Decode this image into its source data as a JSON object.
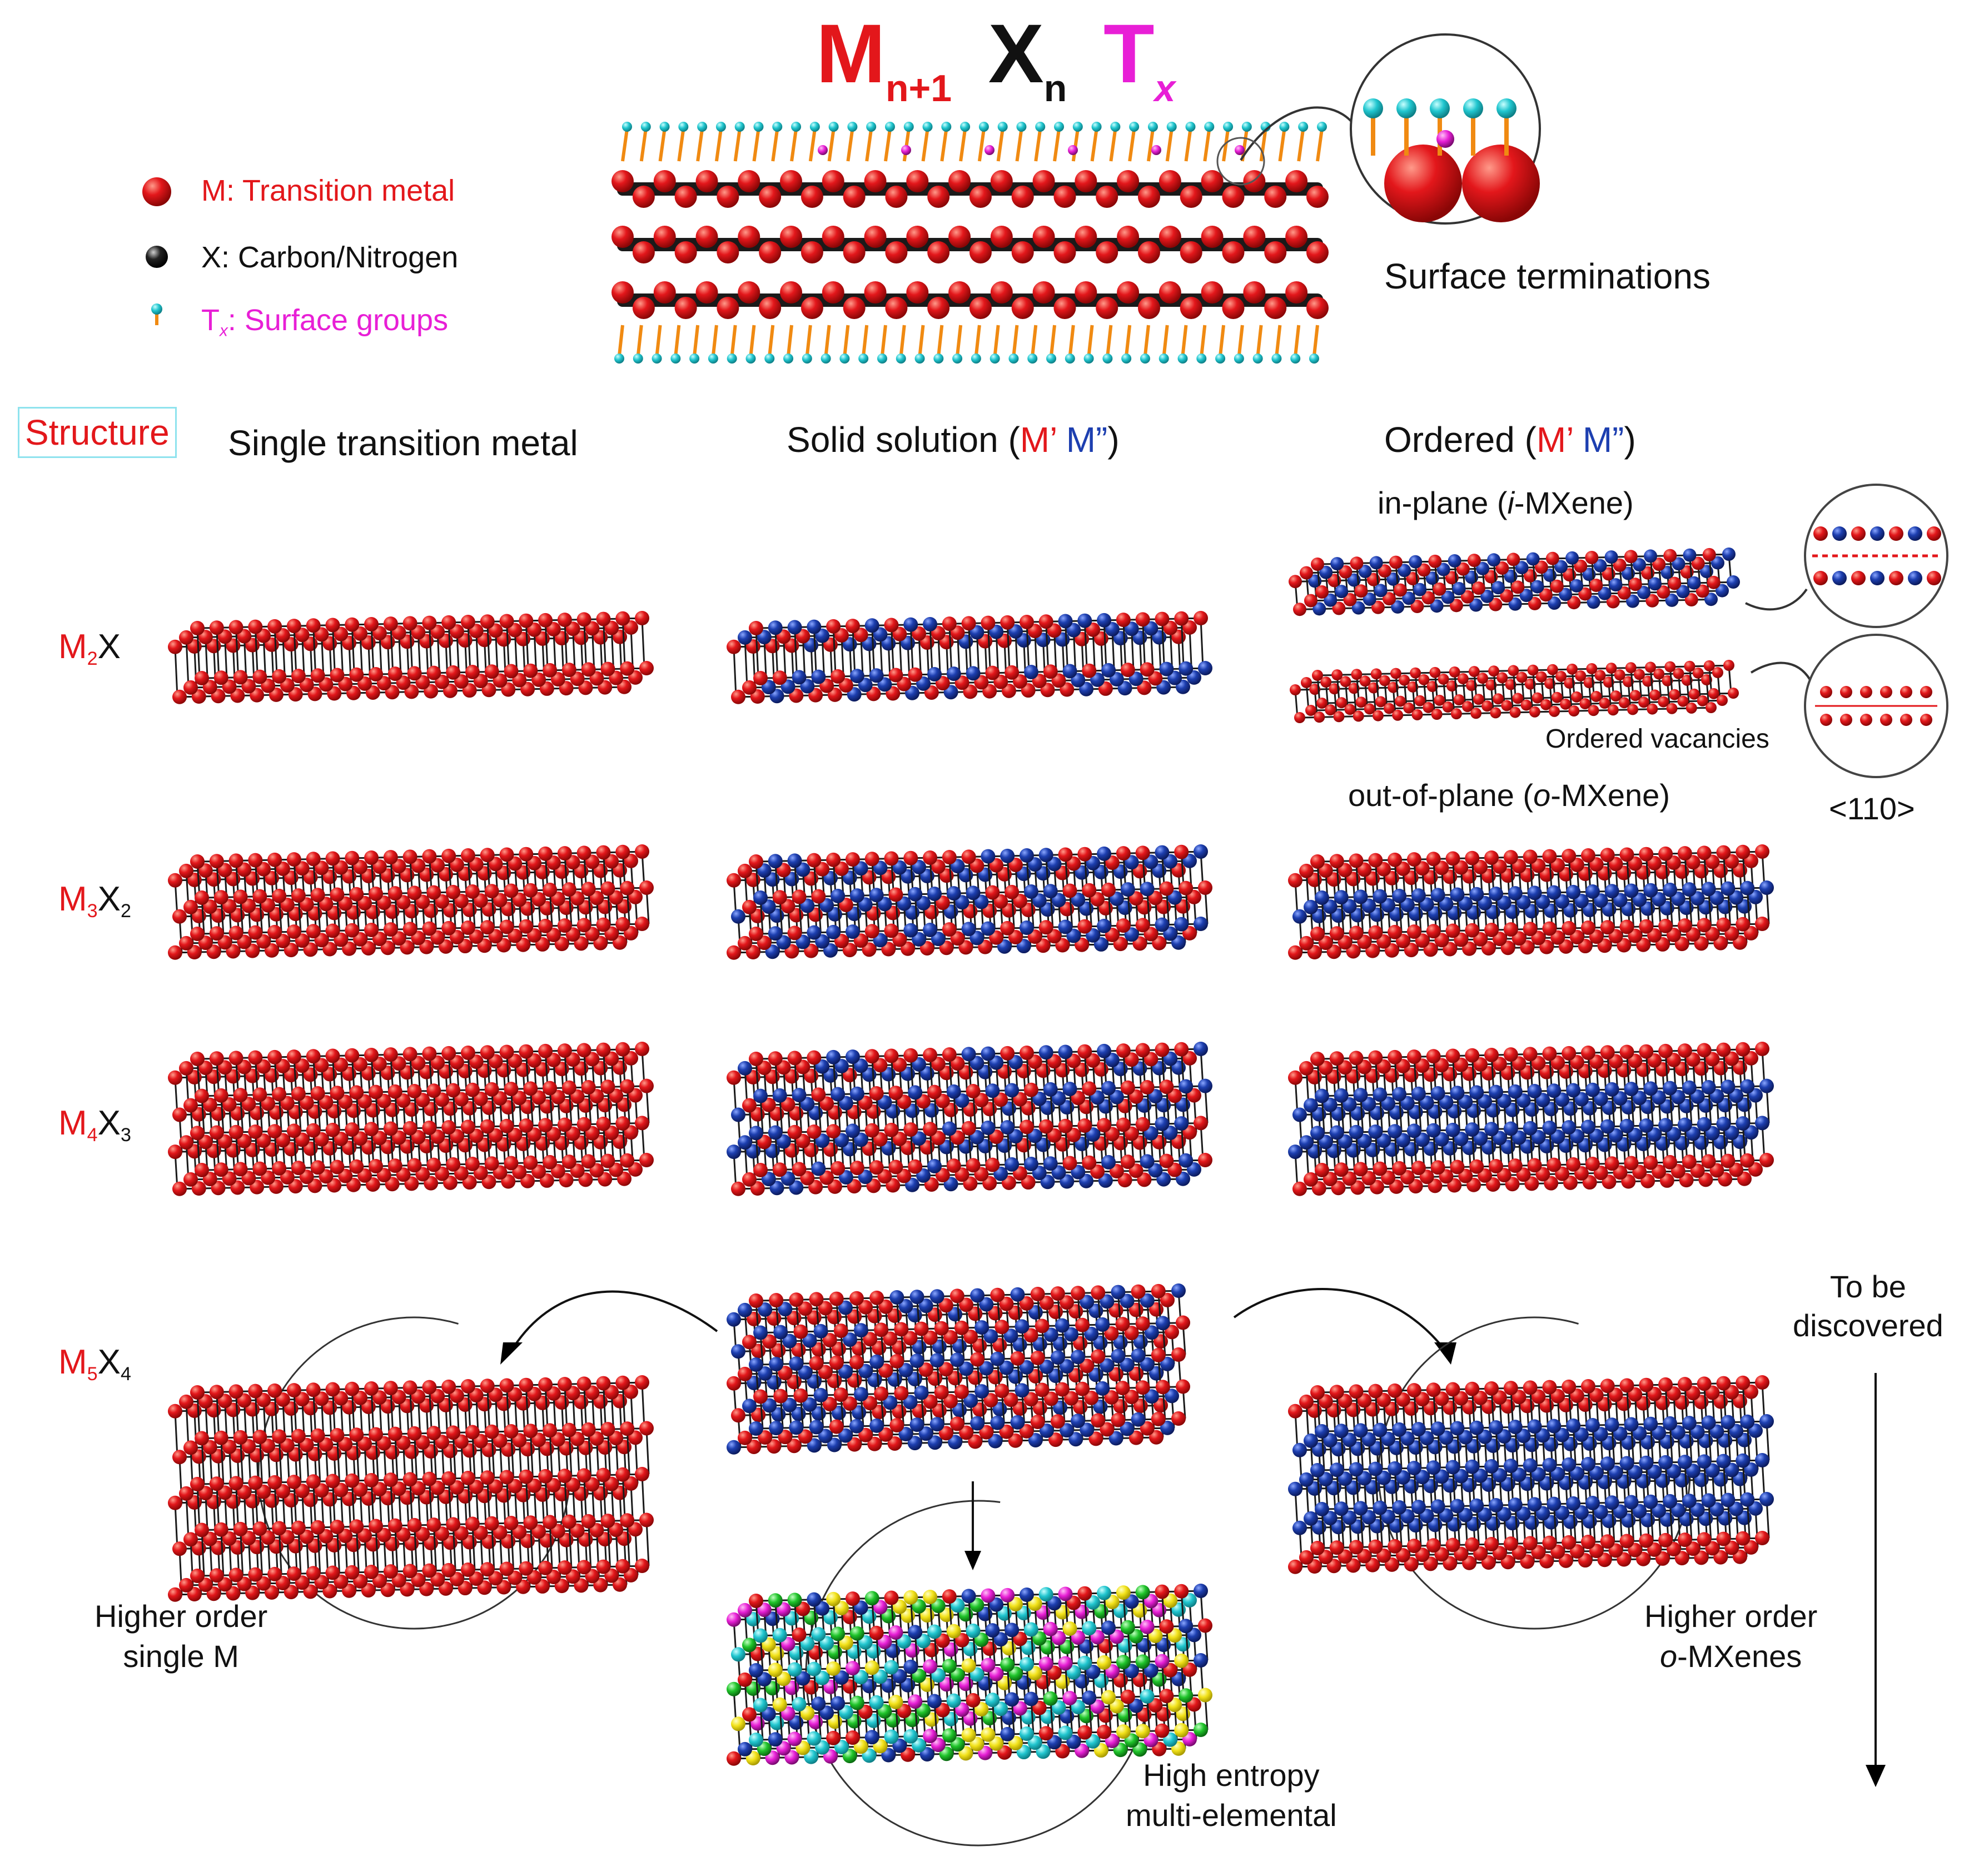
{
  "formula": {
    "m": "M",
    "m_sub": "n+1",
    "x": "X",
    "x_sub": "n",
    "t": "T",
    "t_sub": "x"
  },
  "legend": [
    {
      "prefix": "M",
      "text": ": Transition metal",
      "icon": "red-sphere-icon"
    },
    {
      "prefix": "X",
      "text": ": Carbon/Nitrogen",
      "icon": "black-sphere-icon"
    },
    {
      "prefix": "T",
      "prefix_sub": "x",
      "text": ": Surface groups",
      "icon": "surface-group-icon"
    }
  ],
  "callout": "Surface terminations",
  "columns": {
    "structure": "Structure",
    "single": "Single transition metal",
    "solid_solution": {
      "prefix": "Solid solution (",
      "m1": "M’",
      "m2": "M”",
      "suffix": ")"
    },
    "ordered": {
      "prefix": "Ordered (",
      "m1": "M’",
      "m2": "M”",
      "suffix": ")"
    }
  },
  "in_plane": {
    "prefix": "in-plane (",
    "italic": "i",
    "suffix": "-MXene)"
  },
  "out_of_plane": {
    "prefix": "out-of-plane (",
    "italic": "o",
    "suffix": "-MXene)"
  },
  "ordered_vacancies": "Ordered vacancies",
  "direction": "<110>",
  "rows": [
    {
      "m": "M",
      "m_sub": "2",
      "x": "X",
      "x_sub": ""
    },
    {
      "m": "M",
      "m_sub": "3",
      "x": "X",
      "x_sub": "2"
    },
    {
      "m": "M",
      "m_sub": "4",
      "x": "X",
      "x_sub": "3"
    },
    {
      "m": "M",
      "m_sub": "5",
      "x": "X",
      "x_sub": "4"
    }
  ],
  "to_be_discovered": [
    "To be",
    "discovered"
  ],
  "higher_order_single": [
    "Higher order",
    "single M"
  ],
  "higher_order_o": {
    "line1": "Higher order",
    "italic": "o",
    "rest": "-MXenes"
  },
  "high_entropy": [
    "High entropy",
    "multi-elemental"
  ],
  "colors": {
    "metal": "#e3171b",
    "metal2": "#1d3fb0",
    "surface_group": "#e81fd6",
    "termination": "#21c6cf",
    "bond": "#f08a12"
  }
}
